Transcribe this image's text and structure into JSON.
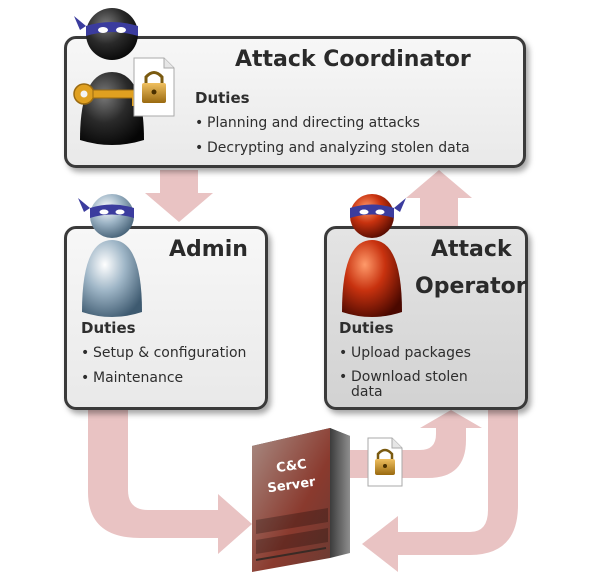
{
  "coordinator": {
    "title": "Attack Coordinator",
    "duties_heading": "Duties",
    "duties": [
      "Planning and directing attacks",
      "Decrypting and analyzing stolen data"
    ]
  },
  "admin": {
    "title": "Admin",
    "duties_heading": "Duties",
    "duties": [
      "Setup & configuration",
      "Maintenance"
    ]
  },
  "operator": {
    "title_line1": "Attack",
    "title_line2": "Operator",
    "duties_heading": "Duties",
    "duties": [
      "Upload packages",
      "Download stolen data"
    ]
  },
  "server": {
    "label_line1": "C&C",
    "label_line2": "Server"
  },
  "colors": {
    "flow_arrow": "#e9c3c3",
    "coordinator_figure": "#1e1e1e",
    "admin_figure": "#7b98ad",
    "operator_figure": "#b3250c",
    "bandana": "#3b3c9e",
    "key": "#e0a020",
    "server_body": "#9a7a70"
  },
  "icons": [
    "ninja-figure-icon",
    "key-icon",
    "locked-document-icon",
    "server-tower-icon"
  ]
}
